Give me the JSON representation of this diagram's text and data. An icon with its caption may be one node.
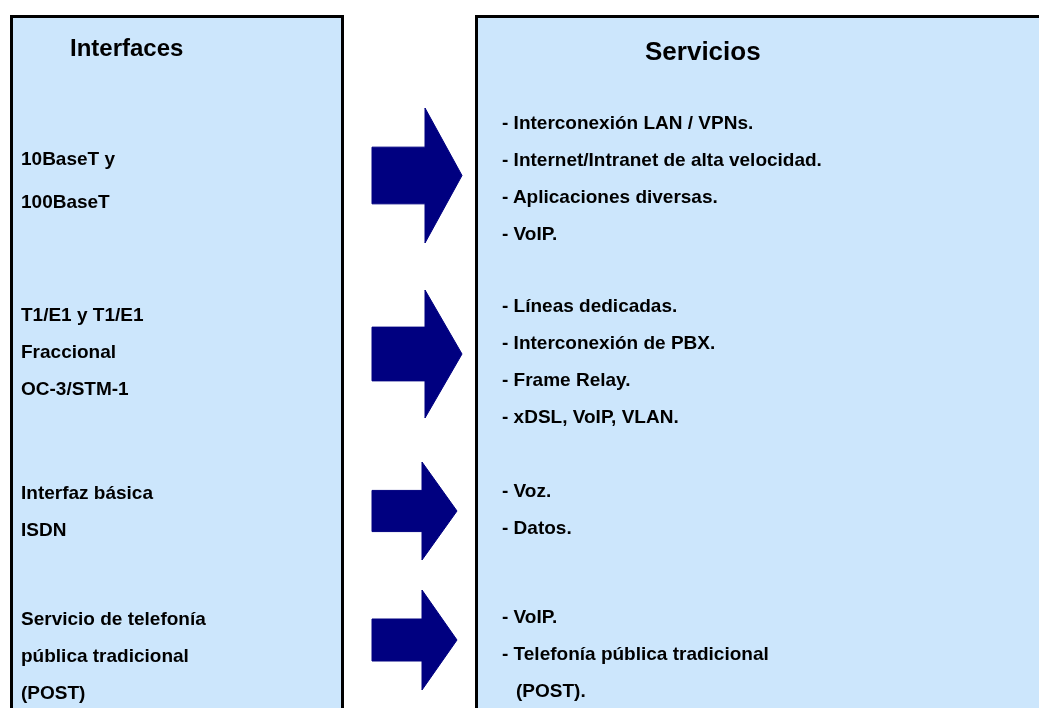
{
  "diagram": {
    "nodes": [
      {
        "text": [
          "Interfaces",
          "10BaseT y 100BaseT",
          "T1/E1 y T1/E1 Fraccional",
          "OC-3/STM-1",
          "Interfaz básica ISDN",
          "Servicio de telefonía pública tradicional (POST)"
        ]
      },
      {
        "text": [
          "Servicios",
          "- Interconexión LAN / VPNs.",
          "- Internet/Intranet de alta velocidad.",
          "- Aplicaciones diversas.",
          "- VoIP.",
          "- Líneas dedicadas.",
          "- Interconexión de PBX.",
          "- Frame Relay.",
          "- xDSL, VoIP, VLAN.",
          "- Voz.",
          "- Datos.",
          "- VoIP.",
          "- Telefonía pública tradicional (POST)."
        ]
      }
    ],
    "edges": [
      {
        "from": 0,
        "to": 1,
        "arrow": "to",
        "style": "thick"
      },
      {
        "from": 0,
        "to": 1,
        "arrow": "to",
        "style": "thick"
      },
      {
        "from": 0,
        "to": 1,
        "arrow": "to",
        "style": "thick"
      },
      {
        "from": 0,
        "to": 1,
        "arrow": "to",
        "style": "thick"
      }
    ]
  }
}
